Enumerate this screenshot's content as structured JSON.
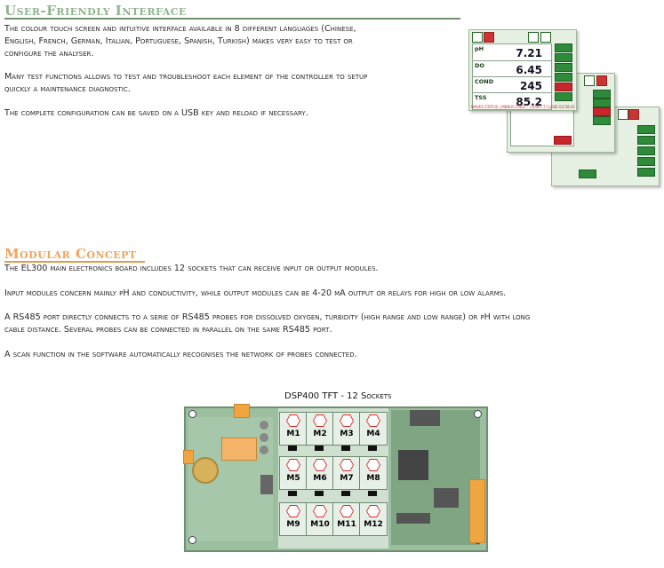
{
  "section1": {
    "heading": "User-Friendly Interface",
    "para1_line1": "The colour touch screen and intuitive interface available in 8 different languages (Chinese,",
    "para1_line2": "English, French, German, Italian, Portuguese, Spanish, Turkish) makes very easy to test or",
    "para1_line3": "configure the analyser.",
    "para2_line1": "Many test functions allows to test and troubleshoot each element of the controller to setup",
    "para2_line2": "quickly a maintenance diagnostic.",
    "para3": "The complete configuration can be saved on a USB key and reload if necessary."
  },
  "screen_front": {
    "rows": [
      {
        "label": "pH",
        "value": "7.21"
      },
      {
        "label": "DO",
        "value": "6.45"
      },
      {
        "label": "COND",
        "value": "245"
      },
      {
        "label": "TSS",
        "value": "85.2"
      }
    ],
    "footer": "WAVES STATUS  | MENUS FRED... | DSN CT CLOSE 03:58:41"
  },
  "section2": {
    "heading": "Modular Concept",
    "para1": "The EL300 main electronics board includes 12 sockets that can receive input or output modules.",
    "para2": "Input modules concern mainly pH and conductivity, while output modules can be 4-20 mA output or relays for high or low alarms.",
    "para3_line1": "A RS485 port directly connects to a serie of RS485 probes for dissolved oxygen, turbidity (high range and low range) or pH with long",
    "para3_line2": "cable distance. Several probes can be connected in parallel on the same RS485 port.",
    "para4": "A scan function in the software automatically recognises the network of probes connected."
  },
  "board": {
    "title_main": "DSP400 TFT - ",
    "title_sockets": "12 Sockets",
    "modules": [
      "M1",
      "M2",
      "M3",
      "M4",
      "M5",
      "M6",
      "M7",
      "M8",
      "M9",
      "M10",
      "M11",
      "M12"
    ]
  },
  "colors": {
    "heading1": "#8fb58f",
    "heading2": "#f2a35a",
    "board": "#9cbfa0",
    "socket_hex": "#d22b2b"
  }
}
